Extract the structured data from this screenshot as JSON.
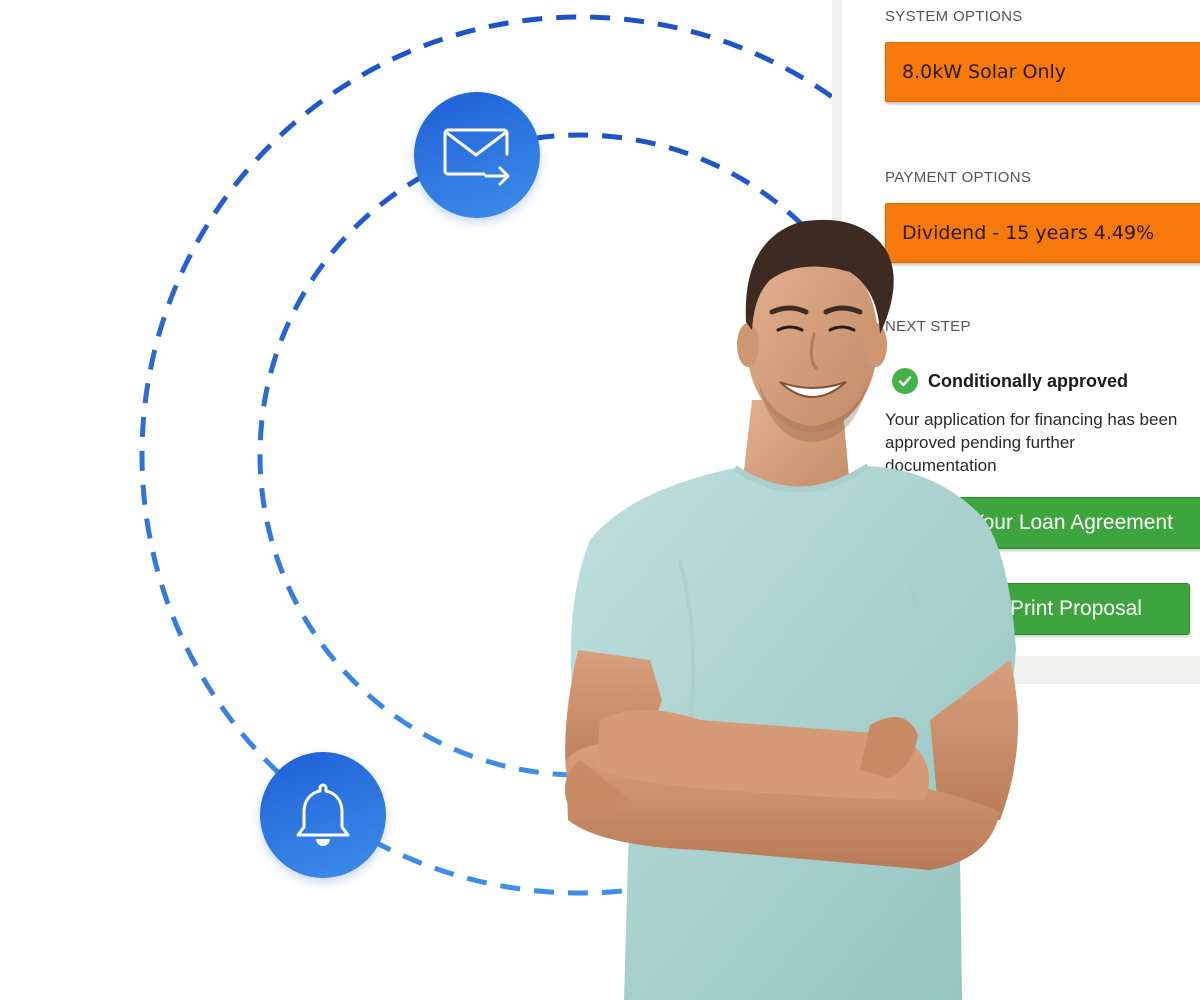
{
  "panel": {
    "system_options_label": "SYSTEM OPTIONS",
    "system_option_value": "8.0kW Solar Only",
    "payment_options_label": "PAYMENT OPTIONS",
    "payment_option_value": "Dividend - 15 years 4.49%",
    "next_step_label": "NEXT STEP",
    "status_title": "Conditionally approved",
    "status_description": "Your application for financing has been approved pending further documentation",
    "loan_button_label": "Sign Your Loan Agreement",
    "proposal_button_label": "Print Proposal"
  },
  "icons": {
    "mail": "mail-forward-icon",
    "bell": "bell-icon",
    "check": "check-icon"
  },
  "colors": {
    "accent_blue": "#2f6fe0",
    "option_orange": "#f57a0b",
    "button_green": "#3ea53e",
    "check_green": "#43b349"
  }
}
